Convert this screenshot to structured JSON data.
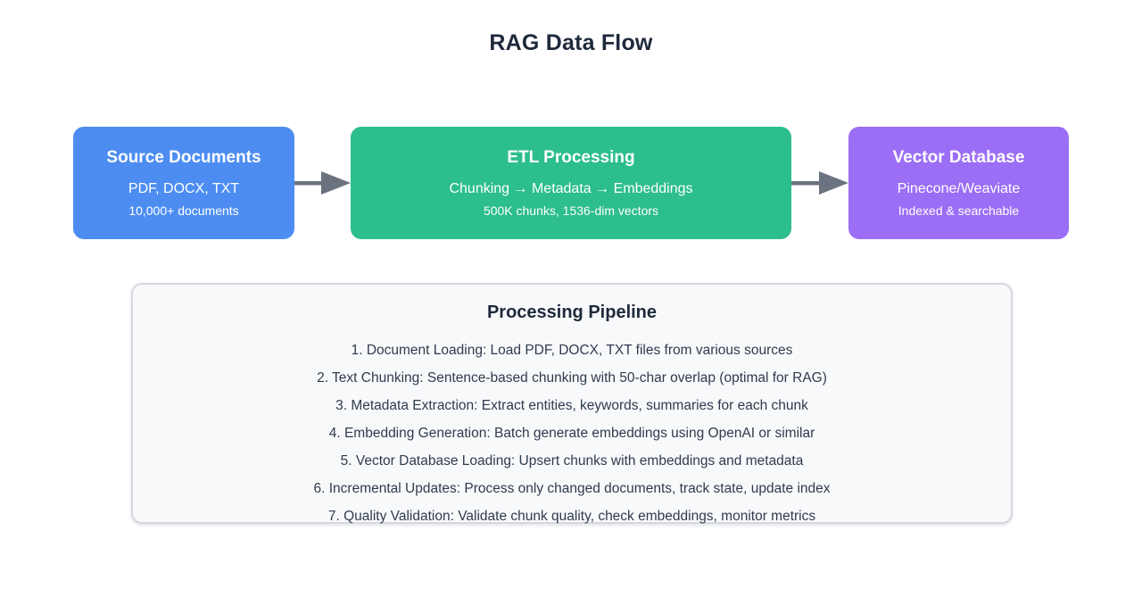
{
  "title": "RAG Data Flow",
  "colors": {
    "source_node": "#4d8df2",
    "etl_node": "#2cbe8c",
    "vector_node": "#9b6ef5",
    "arrow": "#6b7280",
    "heading_text": "#1e293b",
    "step_text": "#2f3b4c",
    "node_text": "#ffffff",
    "panel_background": "#f8f9fb",
    "panel_border": "#d4d7de"
  },
  "nodes": [
    {
      "title": "Source Documents",
      "line1": "PDF, DOCX, TXT",
      "line2": "10,000+ documents",
      "color": "#4d8df2"
    },
    {
      "title": "ETL Processing",
      "line1": "Chunking → Metadata → Embeddings",
      "line2": "500K chunks, 1536-dim vectors",
      "color": "#2cbe8c"
    },
    {
      "title": "Vector Database",
      "line1": "Pinecone/Weaviate",
      "line2": "Indexed & searchable",
      "color": "#9b6ef5"
    }
  ],
  "pipeline": {
    "title": "Processing Pipeline",
    "steps": [
      "1. Document Loading: Load PDF, DOCX, TXT files from various sources",
      "2. Text Chunking: Sentence-based chunking with 50-char overlap (optimal for RAG)",
      "3. Metadata Extraction: Extract entities, keywords, summaries for each chunk",
      "4. Embedding Generation: Batch generate embeddings using OpenAI or similar",
      "5. Vector Database Loading: Upsert chunks with embeddings and metadata",
      "6. Incremental Updates: Process only changed documents, track state, update index",
      "7. Quality Validation: Validate chunk quality, check embeddings, monitor metrics"
    ]
  }
}
